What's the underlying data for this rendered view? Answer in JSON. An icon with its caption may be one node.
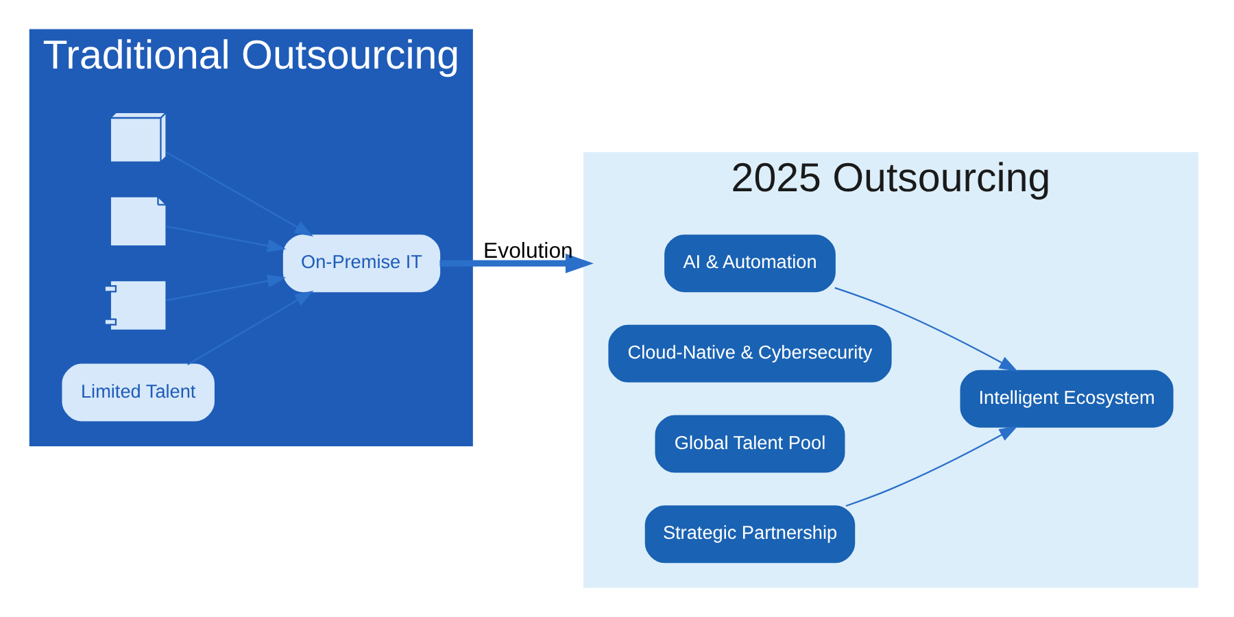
{
  "diagram": {
    "nodes": [
      {
        "text": [
          "Traditional Outsourcing"
        ]
      },
      {
        "text": [],
        "shape": "server",
        "in": 0
      },
      {
        "text": [],
        "shape": "document",
        "in": 0
      },
      {
        "text": [],
        "shape": "lock",
        "in": 0
      },
      {
        "text": [
          "Limited Talent"
        ],
        "in": 0
      },
      {
        "text": [
          "On-Premise IT"
        ],
        "in": 0
      },
      {
        "text": [
          "2025 Outsourcing"
        ]
      },
      {
        "text": [
          "AI & Automation"
        ],
        "in": 6
      },
      {
        "text": [
          "Cloud-Native & Cybersecurity"
        ],
        "in": 6
      },
      {
        "text": [
          "Global Talent Pool"
        ],
        "in": 6
      },
      {
        "text": [
          "Strategic Partnership"
        ],
        "in": 6
      },
      {
        "text": [
          "Intelligent Ecosystem"
        ],
        "in": 6
      }
    ],
    "edges": [
      {
        "from": 1,
        "to": 5,
        "arrow": "to"
      },
      {
        "from": 2,
        "to": 5,
        "arrow": "to"
      },
      {
        "from": 3,
        "to": 5,
        "arrow": "to"
      },
      {
        "from": 4,
        "to": 5,
        "arrow": "to"
      },
      {
        "from": 5,
        "to": 6,
        "arrow": "to",
        "label": "Evolution",
        "style": "thick"
      },
      {
        "from": 7,
        "to": 11,
        "arrow": "to"
      },
      {
        "from": 10,
        "to": 11,
        "arrow": "to"
      }
    ]
  }
}
